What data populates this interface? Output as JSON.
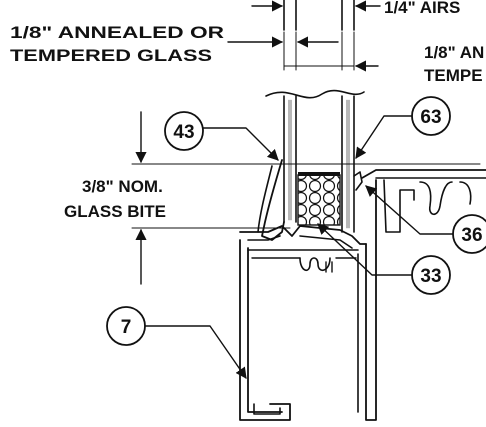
{
  "labels": {
    "glass_left": [
      "1/8\" ANNEALED OR",
      "TEMPERED GLASS"
    ],
    "airspace": "1/4\" AIRS",
    "glass_right": [
      "1/8\" AN",
      "TEMPE"
    ],
    "glass_bite": [
      "3/8\" NOM.",
      "GLASS BITE"
    ]
  },
  "callouts": {
    "c43": "43",
    "c63": "63",
    "c36": "36",
    "c33": "33",
    "c7": "7"
  }
}
